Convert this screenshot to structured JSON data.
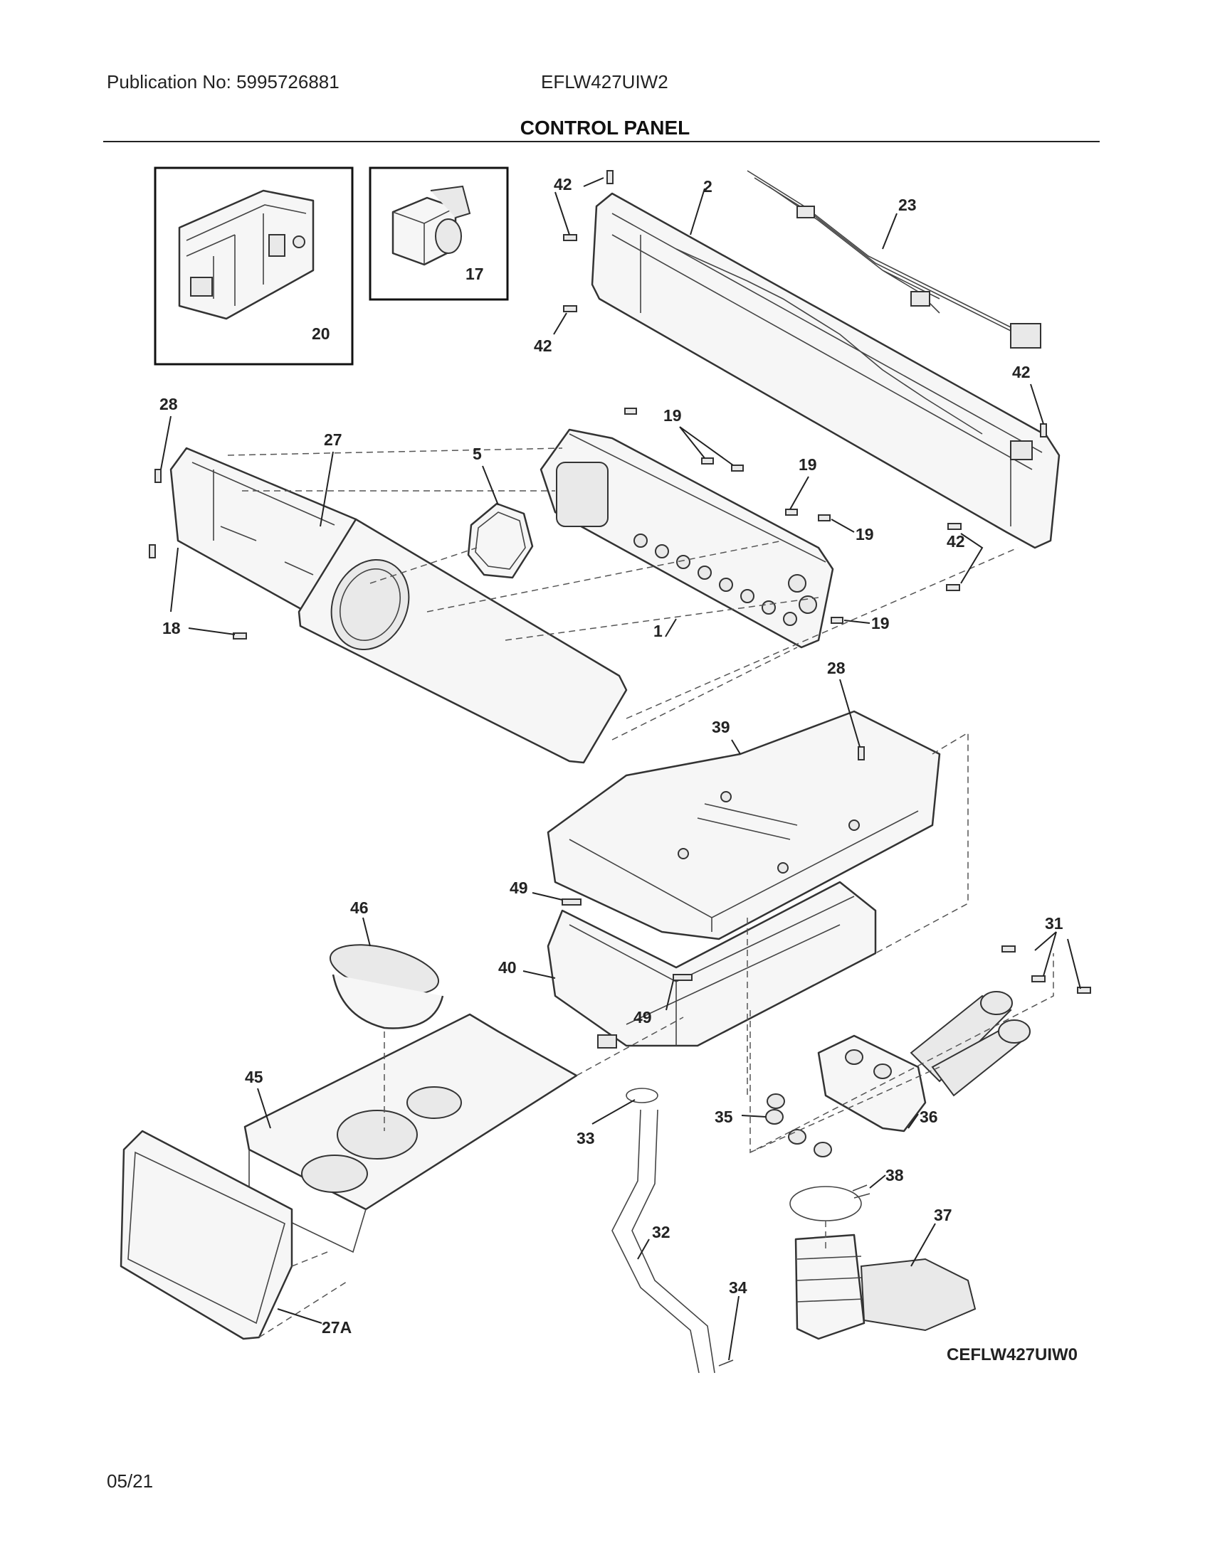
{
  "header": {
    "publication": "Publication No: 5995726881",
    "model": "EFLW427UIW2",
    "title": "CONTROL PANEL"
  },
  "diagram": {
    "code": "CEFLW427UIW0",
    "callouts": {
      "c20": "20",
      "c17": "17",
      "c42a": "42",
      "c42b": "42",
      "c42c": "42",
      "c42d": "42",
      "c2": "2",
      "c23": "23",
      "c28a": "28",
      "c27": "27",
      "c5": "5",
      "c19a": "19",
      "c19b": "19",
      "c19c": "19",
      "c19d": "19",
      "c18": "18",
      "c1": "1",
      "c28b": "28",
      "c39": "39",
      "c49a": "49",
      "c40": "40",
      "c49b": "49",
      "c46": "46",
      "c31": "31",
      "c45": "45",
      "c35": "35",
      "c36": "36",
      "c33": "33",
      "c38": "38",
      "c37": "37",
      "c32": "32",
      "c34": "34",
      "c27A": "27A"
    }
  },
  "footer": {
    "date": "05/21"
  }
}
